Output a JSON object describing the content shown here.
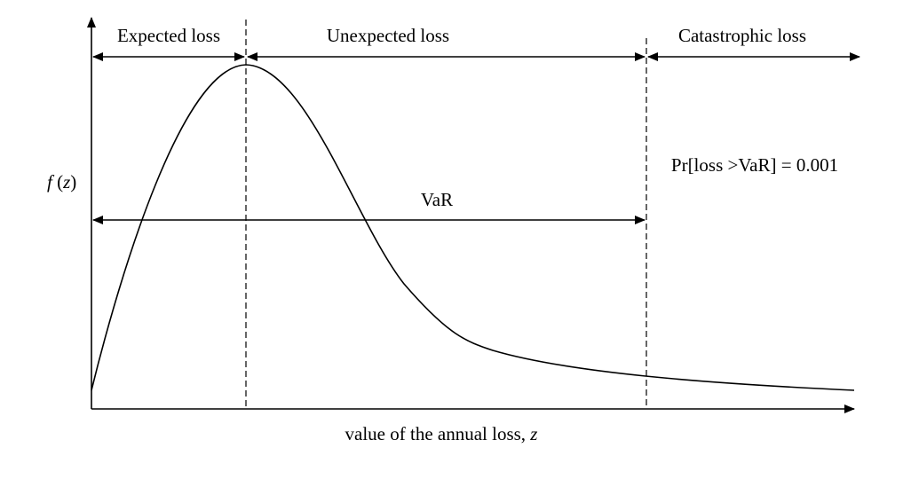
{
  "diagram": {
    "regions": {
      "expected": "Expected loss",
      "unexpected": "Unexpected loss",
      "catastrophic": "Catastrophic loss"
    },
    "var_label": "VaR",
    "probability_note": "Pr[loss >VaR] = 0.001",
    "y_axis_label": {
      "func": "f",
      "open": " (",
      "var": "z",
      "close": ")"
    },
    "x_axis_label": {
      "text": "value of the annual loss, ",
      "var": "z"
    },
    "colors": {
      "ink": "#000000",
      "background": "#ffffff"
    }
  }
}
